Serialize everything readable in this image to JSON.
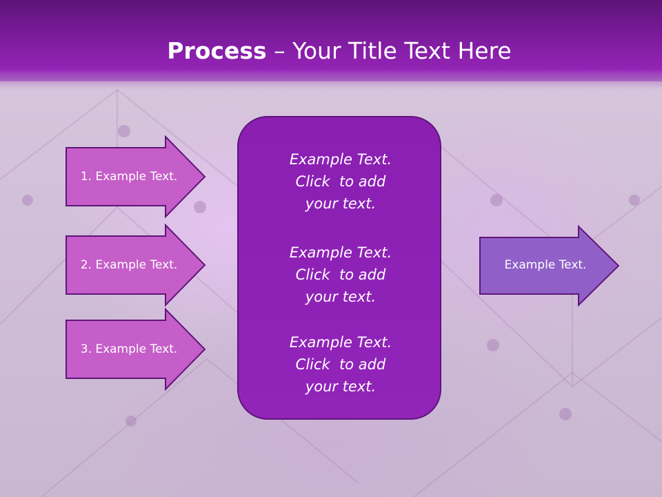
{
  "slide": {
    "title_bold": "Process",
    "title_rest": " – Your Title Text Here"
  },
  "inputs": [
    {
      "label": "1. Example Text."
    },
    {
      "label": "2. Example Text."
    },
    {
      "label": "3. Example Text."
    }
  ],
  "center_blocks": [
    {
      "lines": [
        "Example Text.",
        "Click  to add",
        "your text."
      ]
    },
    {
      "lines": [
        "Example Text.",
        "Click  to add",
        "your text."
      ]
    },
    {
      "lines": [
        "Example Text.",
        "Click  to add",
        "your text."
      ]
    }
  ],
  "output": {
    "label": "Example Text."
  },
  "colors": {
    "header": "#7c1b9c",
    "input_arrow_fill": "#c55ec8",
    "output_arrow_fill": "#9060c8",
    "center_fill": "#8e22b5",
    "outline": "#5e1578"
  }
}
